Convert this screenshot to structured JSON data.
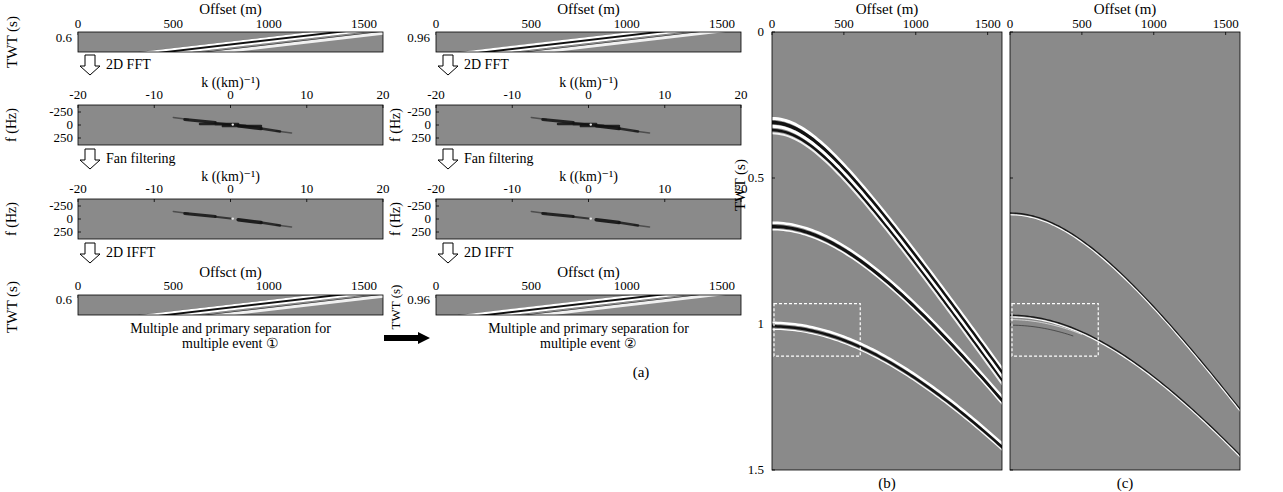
{
  "diagram": {
    "labels": [
      "Offset (m)",
      "0",
      "500",
      "1000",
      "1500",
      "TWT (s)",
      "0.6",
      "2D FFT",
      "k ((km)⁻¹)",
      "-20",
      "-10",
      "0",
      "10",
      "20",
      "f (Hz)",
      "-250",
      "0",
      "250",
      "Fan filtering",
      "k ((km)⁻¹)",
      "-20",
      "-10",
      "0",
      "10",
      "20",
      "f (Hz)",
      "-250",
      "0",
      "250",
      "2D IFFT",
      "Offsct (m)",
      "0",
      "500",
      "1000",
      "1500",
      "TWT (s)",
      "0.6",
      "Multiple and primary separation for multiple event ①",
      "Offset (m)",
      "0",
      "500",
      "1000",
      "1500",
      "0.96",
      "2D FFT",
      "k ((km)⁻¹)",
      "-20",
      "-10",
      "0",
      "10",
      "20",
      "f (Hz)",
      "-250",
      "0",
      "250",
      "Fan filtering",
      "k ((km)⁻¹)",
      "-20",
      "-10",
      "0",
      "10",
      "20",
      "f (Hz)",
      "-250",
      "0",
      "250",
      "2D IFFT",
      "Offsct (m)",
      "0",
      "500",
      "1000",
      "1500",
      "TWT (s)",
      "0.96",
      "Multiple and primary separation for multiple event ②",
      "(a)",
      "Offset (m)",
      "0",
      "500",
      "1000",
      "1500",
      "TWT (s)",
      "0",
      "0.5",
      "1",
      "1.5",
      "(b)",
      "Offset (m)",
      "0",
      "500",
      "1000",
      "1500",
      "(c)"
    ]
  }
}
